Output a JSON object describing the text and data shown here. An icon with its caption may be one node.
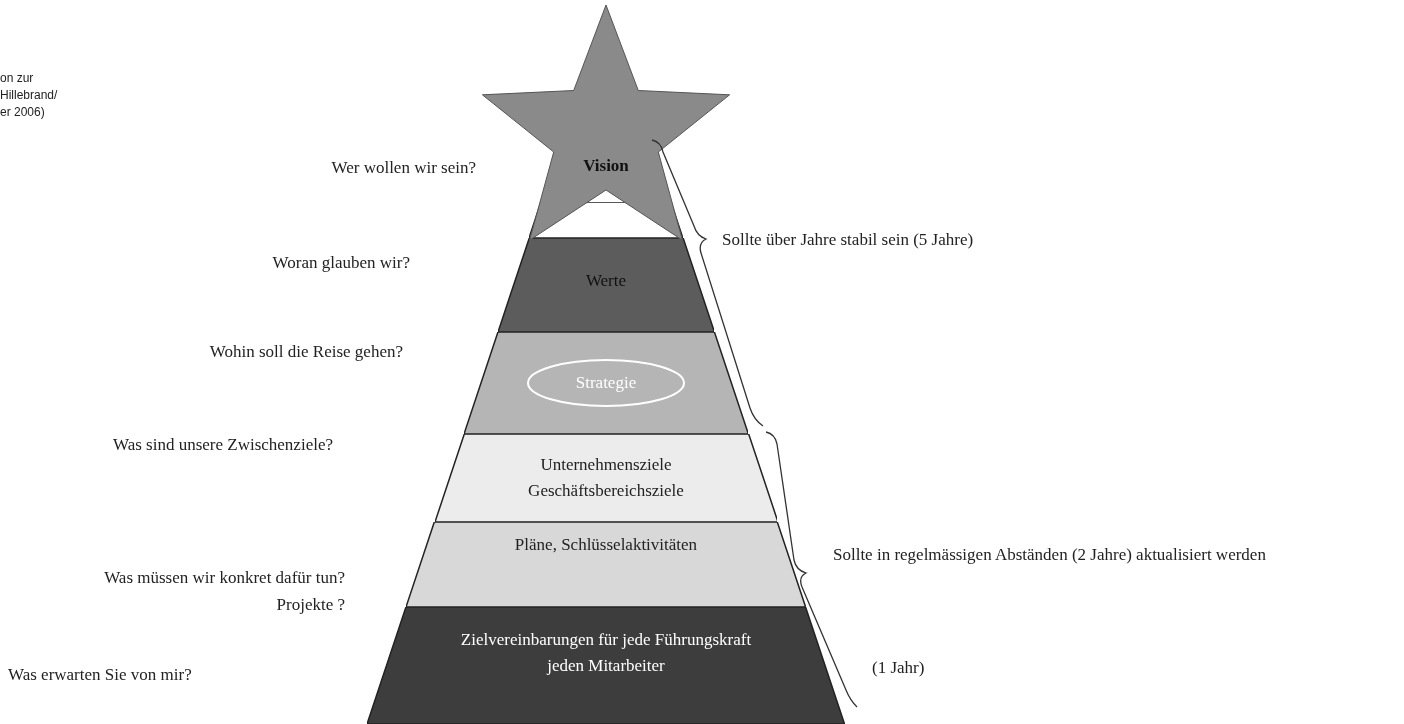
{
  "diagram": {
    "nodes": [
      {
        "text": [
          "Vision"
        ]
      },
      {
        "text": [],
        "shape": "trapezoid"
      },
      {
        "text": [
          "Werte"
        ]
      },
      {
        "text": [],
        "shape": "trapezoid"
      },
      {
        "text": [
          "Strategie"
        ],
        "in": 3
      },
      {
        "text": [
          "Unternehmensziele",
          "Geschäftsbereichsziele"
        ]
      },
      {
        "text": [
          "Pläne, Schlüsselaktivitäten"
        ]
      },
      {
        "text": [
          "Zielvereinbarungen für jede Führungskraft",
          "jeden Mitarbeiter"
        ]
      }
    ],
    "edges": [],
    "labels": [
      "on zur Hillebrand/ er 2006)",
      "Wer wollen wir sein?",
      "Sollte über Jahre stabil sein (5 Jahre)",
      "Woran glauben wir?",
      "Wohin soll die Reise gehen?",
      "Was sind unsere Zwischenziele?",
      "Sollte in regelmässigen Abständen (2 Jahre) aktualisiert werden",
      "Was müssen wir konkret dafür tun?",
      "Projekte ?",
      "Was erwarten Sie von mir?",
      "(1 Jahr)"
    ]
  }
}
